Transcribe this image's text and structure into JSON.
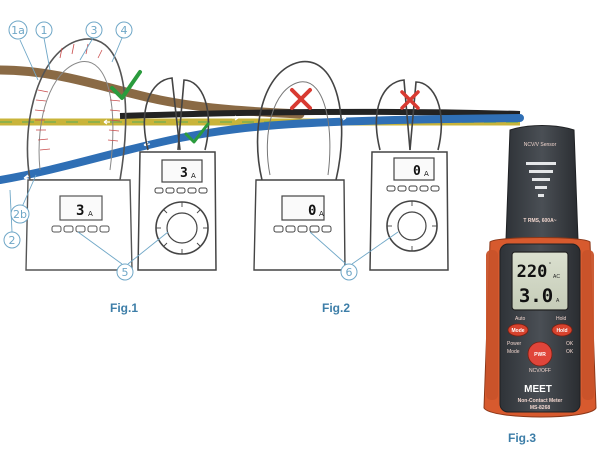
{
  "figures": {
    "fig1": {
      "label": "Fig.1",
      "reading_a": "3",
      "reading_b": "3",
      "unit": "A"
    },
    "fig2": {
      "label": "Fig.2",
      "reading_a": "0",
      "reading_b": "0",
      "unit": "A"
    },
    "fig3": {
      "label": "Fig.3"
    }
  },
  "callouts": [
    "1a",
    "1",
    "3",
    "4",
    "2b",
    "2",
    "5",
    "6"
  ],
  "meter": {
    "top_text": "NCV/V Sensor",
    "rating": "T RMS, 600A~",
    "lcd_top": "220",
    "lcd_top_sup": "°",
    "lcd_top_unit": "AC",
    "lcd_bottom": "3.0",
    "lcd_bottom_unit": "A",
    "small_labels": [
      "Auto",
      "Hold"
    ],
    "mode_button": "Mode",
    "hold_button": "Hold",
    "pwr_button": "PWR",
    "pwr_sub": "NCV/OFF",
    "side_labels_left": [
      "Power",
      "Mode"
    ],
    "side_labels_right": [
      "OK",
      "OK"
    ],
    "brand": "MEET",
    "model_title": "Non-Contact Meter",
    "model_number": "MS-8268"
  },
  "colors": {
    "callout_blue": "#6fa7c7",
    "wire_brown": "#8a6a45",
    "wire_yellow": "#c9b43a",
    "wire_blue": "#2f6fb5",
    "wire_dark": "#232323",
    "check_green": "#2a9b3d",
    "cross_red": "#d83a31",
    "meter_orange": "#d75a2e",
    "meter_grey": "#3b3f44"
  }
}
